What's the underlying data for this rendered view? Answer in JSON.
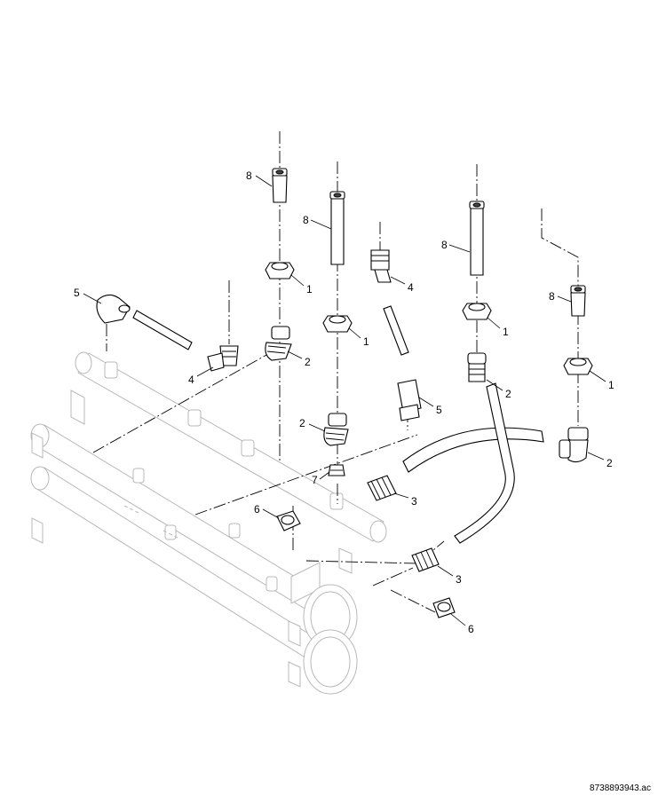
{
  "reference_code": "8738893943.ac",
  "callouts": [
    {
      "label": "8"
    },
    {
      "label": "8"
    },
    {
      "label": "8"
    },
    {
      "label": "8"
    },
    {
      "label": "1"
    },
    {
      "label": "1"
    },
    {
      "label": "1"
    },
    {
      "label": "1"
    },
    {
      "label": "2"
    },
    {
      "label": "2"
    },
    {
      "label": "2"
    },
    {
      "label": "2"
    },
    {
      "label": "3"
    },
    {
      "label": "3"
    },
    {
      "label": "4"
    },
    {
      "label": "4"
    },
    {
      "label": "5"
    },
    {
      "label": "5"
    },
    {
      "label": "6"
    },
    {
      "label": "6"
    },
    {
      "label": "7"
    }
  ]
}
